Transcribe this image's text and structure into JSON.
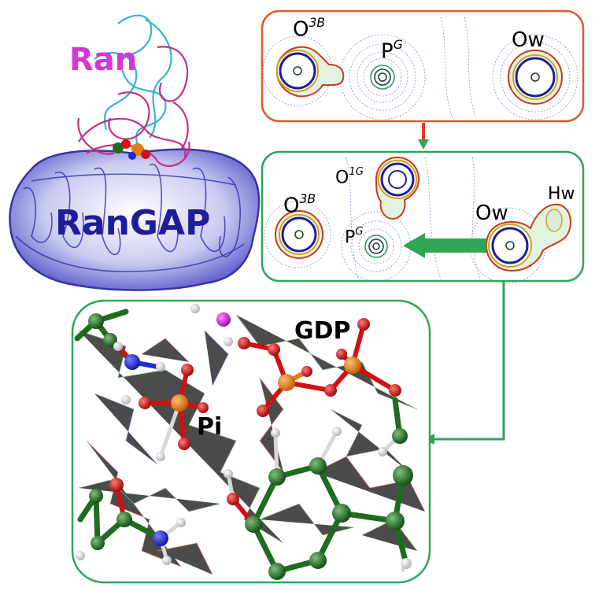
{
  "colors": {
    "ran": "#d535d5",
    "rangap": "#1e1e9a",
    "panel_top_border": "#e05a2a",
    "panel_green_border": "#2ea655",
    "arrow_red": "#e03a2a",
    "arrow_green": "#2ea655",
    "carbon": "#1f6b1f",
    "oxygen": "#d11010",
    "phosphorus": "#e87b10",
    "nitrogen": "#1f2ad6",
    "hydrogen": "#f0f0f0",
    "magnesium": "#d81ad8"
  },
  "labels": {
    "ran": "Ran",
    "rangap": "RanGAP",
    "gdp": "GDP",
    "pi": "Pi"
  },
  "top_panel": {
    "o3b": {
      "base": "O",
      "sup": "3B"
    },
    "pg": {
      "base": "P",
      "sup": "G"
    },
    "ow": "Ow"
  },
  "middle_panel": {
    "o3b": {
      "base": "O",
      "sup": "3B"
    },
    "o1g": {
      "base": "O",
      "sup": "1G"
    },
    "pg": {
      "base": "P",
      "sup": "G"
    },
    "ow": "Ow",
    "hw": "Hw"
  }
}
